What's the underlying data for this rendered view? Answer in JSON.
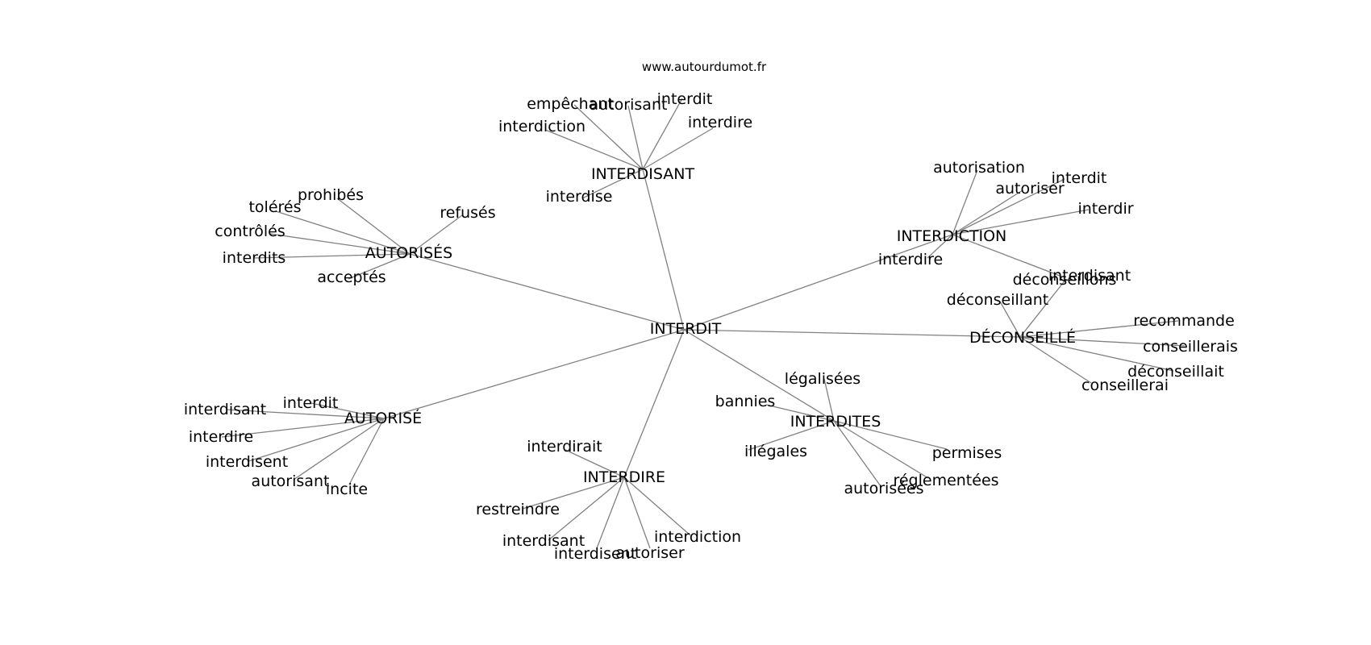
{
  "title": "www.autourdumot.fr",
  "colors": {
    "edge": "#808080",
    "text": "#000000",
    "background": "#ffffff"
  },
  "graph": {
    "center": "INTERDIT",
    "clusters": [
      {
        "label": "INTERDISANT",
        "leaves": [
          "empêchant",
          "autorisant",
          "interdit",
          "interdire",
          "interdiction",
          "interdise"
        ]
      },
      {
        "label": "AUTORISÉS",
        "leaves": [
          "prohibés",
          "tolérés",
          "contrôlés",
          "interdits",
          "acceptés",
          "refusés"
        ]
      },
      {
        "label": "INTERDICTION",
        "leaves": [
          "autorisation",
          "autoriser",
          "interdit",
          "interdir",
          "interdire",
          "interdisant"
        ]
      },
      {
        "label": "DÉCONSEILLÉ",
        "leaves": [
          "déconseillons",
          "déconseillant",
          "recommande",
          "conseillerais",
          "déconseillait",
          "conseillerai"
        ]
      },
      {
        "label": "AUTORISÉ",
        "leaves": [
          "interdit",
          "interdisant",
          "interdire",
          "interdisent",
          "autorisant",
          "incite"
        ]
      },
      {
        "label": "INTERDIRE",
        "leaves": [
          "interdirait",
          "restreindre",
          "interdisant",
          "interdisent",
          "autoriser",
          "interdiction"
        ]
      },
      {
        "label": "INTERDITES",
        "leaves": [
          "légalisées",
          "bannies",
          "illégales",
          "permises",
          "réglementées",
          "autorisées"
        ]
      }
    ]
  }
}
